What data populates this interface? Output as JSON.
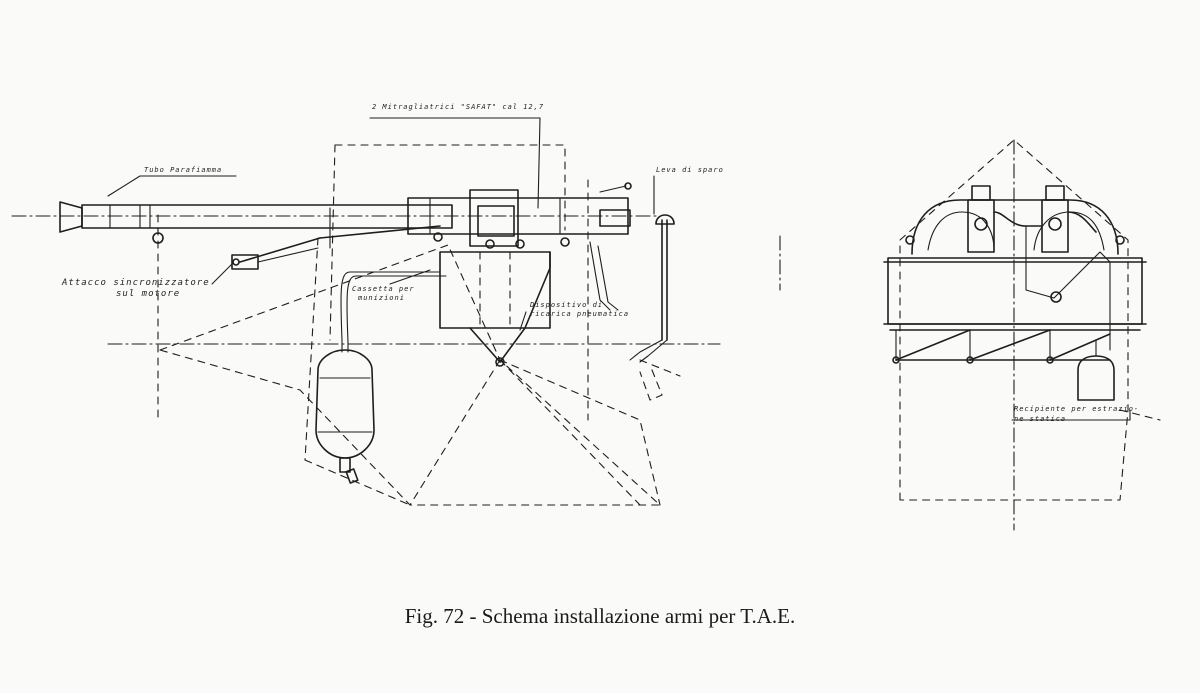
{
  "caption": "Fig. 72 - Schema installazione armi per T.A.E.",
  "labels": {
    "machine_guns": "2 Mitragliatrici \"SAFAT\" cal 12,7",
    "flash_tube": "Tubo Parafiamma",
    "lever": "Leva di sparo",
    "sync_line1": "Attacco sincronizzatore",
    "sync_line2": "sul motore",
    "ammo_line1": "Cassetta per",
    "ammo_line2": "munizioni",
    "device_line1": "Dispositivo di",
    "device_line2": "ricarica pneumatica",
    "tank_line1": "Recipiente per estrazio-",
    "tank_line2": "ne statica"
  }
}
